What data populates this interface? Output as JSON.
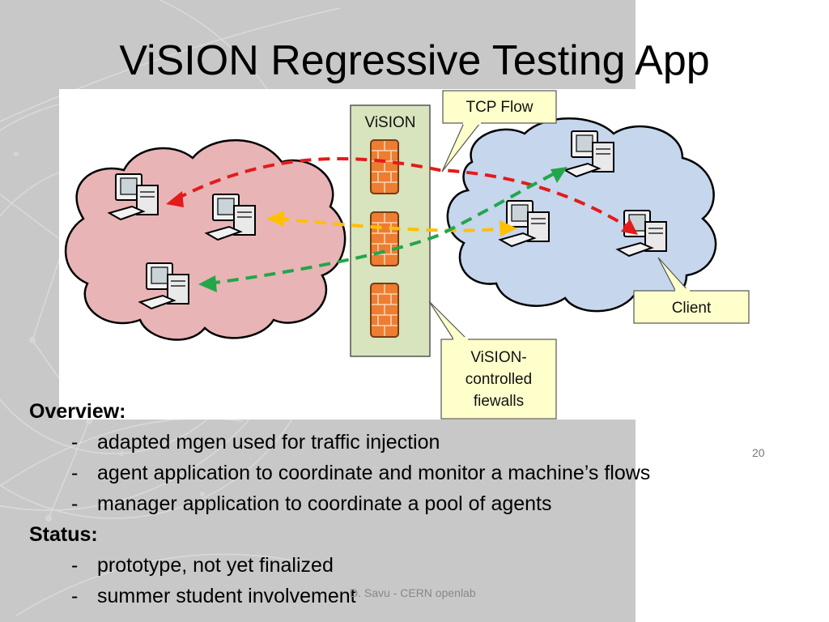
{
  "title": "ViSION Regressive Testing App",
  "diagram": {
    "vision_label": "ViSION",
    "tcp_flow_label": "TCP Flow",
    "client_label": "Client",
    "firewalls_label": [
      "ViSION-",
      "controlled",
      "fiewalls"
    ],
    "colors": {
      "left_cloud": "#e8b4b6",
      "right_cloud": "#c5d6ed",
      "firewall": "#ed7d31",
      "vision_box": "#d7e4bd",
      "callout": "#ffffcc",
      "red_flow": "#e31b1b",
      "orange_flow": "#ffc000",
      "green_flow": "#22a64a"
    }
  },
  "overview": {
    "heading": "Overview:",
    "items": [
      "adapted mgen used for traffic injection",
      "agent application to coordinate and monitor a machine’s flows",
      "manager application to coordinate a pool of agents"
    ]
  },
  "status": {
    "heading": "Status:",
    "items": [
      "prototype, not yet finalized",
      "summer student involvement"
    ]
  },
  "bullet_marker": "-",
  "page_number": "20",
  "footer": "D. Savu - CERN openlab"
}
